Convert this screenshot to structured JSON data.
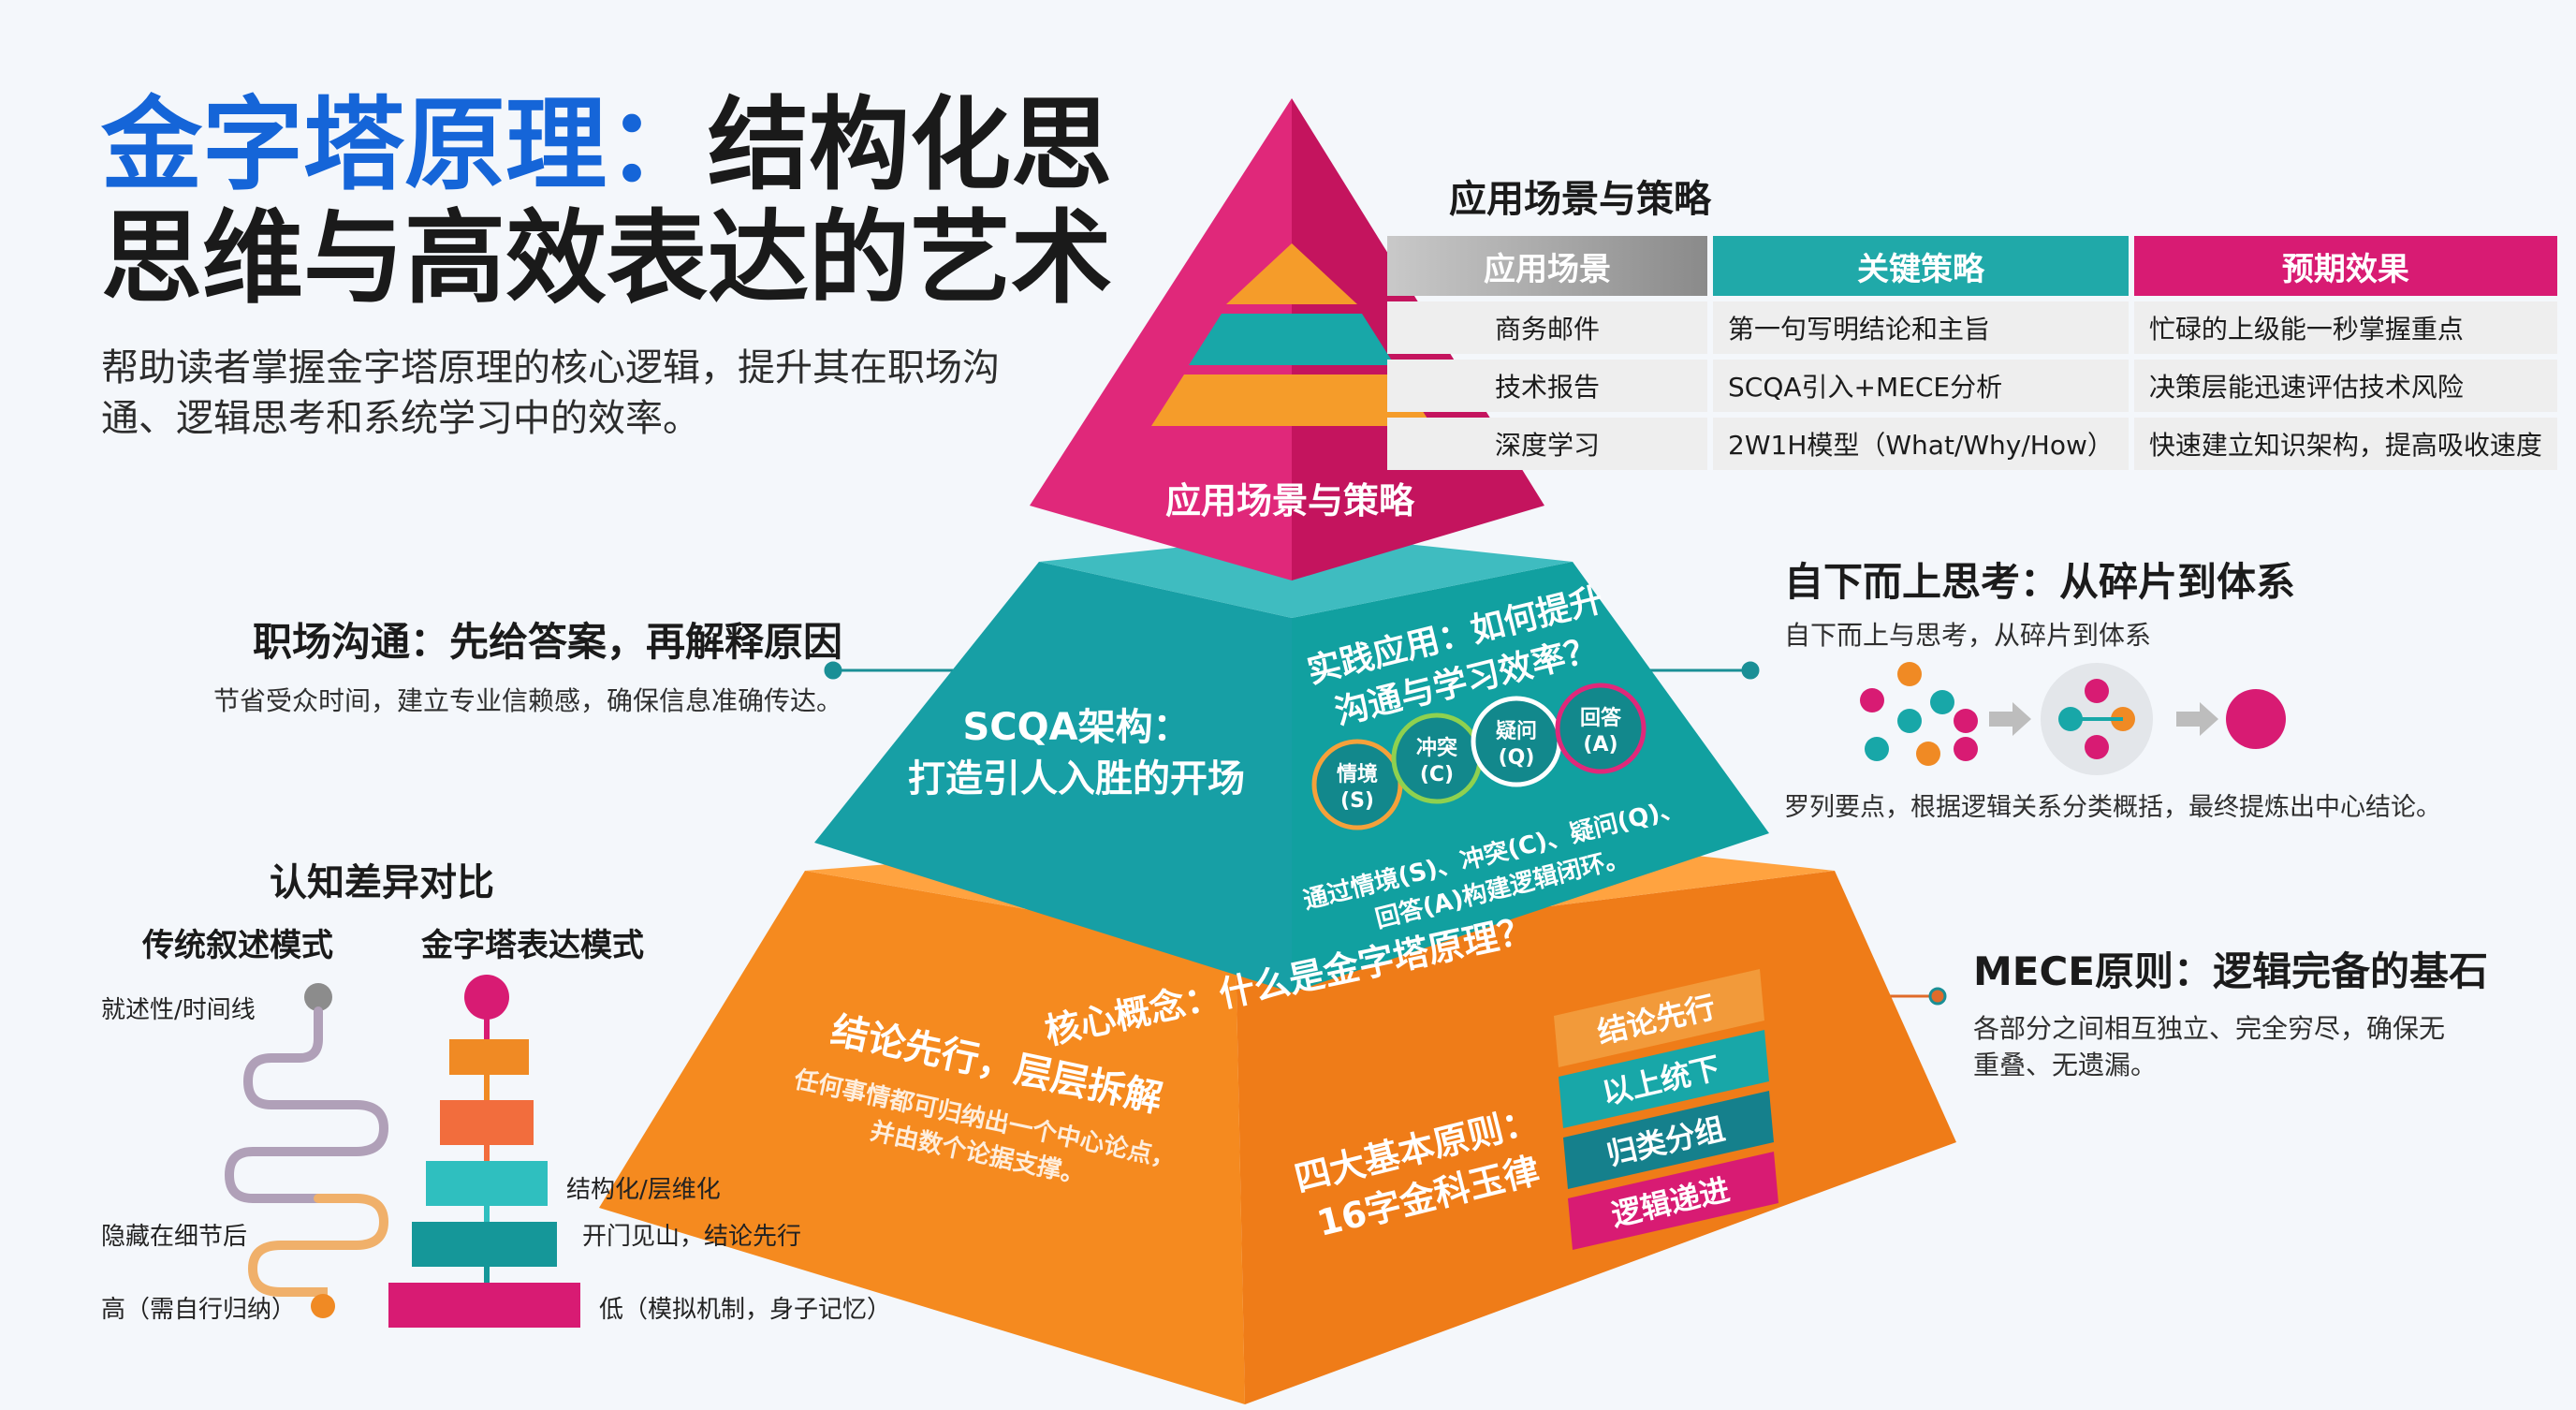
{
  "header": {
    "title_part1": "金字塔原理：",
    "title_part2": "结构化思",
    "title_line2": "思维与高效表达的艺术",
    "subtitle_line1": "帮助读者掌握金字塔原理的核心逻辑，提升其在职场沟",
    "subtitle_line2": "通、逻辑思考和系统学习中的效率。"
  },
  "colors": {
    "magenta": "#d81b73",
    "teal": "#17a2a4",
    "orange": "#f08a24",
    "blue": "#1565d8",
    "gray": "#8c8c8c"
  },
  "pyramid": {
    "top": {
      "label": "应用场景与策略"
    },
    "middle": {
      "left_line1": "SCQA架构：",
      "left_line2": "打造引人入胜的开场",
      "right_line1": "实践应用：如何提升",
      "right_line2": "沟通与学习效率？",
      "cycle": [
        {
          "name": "情境",
          "code": "(S)"
        },
        {
          "name": "冲突",
          "code": "(C)"
        },
        {
          "name": "疑问",
          "code": "(Q)"
        },
        {
          "name": "回答",
          "code": "(A)"
        }
      ],
      "caption_line1": "通过情境(S)、冲突(C)、疑问(Q)、",
      "caption_line2": "回答(A)构建逻辑闭环。"
    },
    "bottom": {
      "core_title": "核心概念：什么是金字塔原理？",
      "left_title": "结论先行，层层拆解",
      "left_desc1": "任何事情都可归纳出一个中心论点，",
      "left_desc2": "并由数个论据支撑。",
      "principles_line1": "四大基本原则：",
      "principles_line2": "16字金科玉律",
      "principles": [
        "结论先行",
        "以上统下",
        "归类分组",
        "逻辑递进"
      ]
    }
  },
  "strategy_table": {
    "heading": "应用场景与策略",
    "headers": [
      "应用场景",
      "关键策略",
      "预期效果"
    ],
    "rows": [
      [
        "商务邮件",
        "第一句写明结论和主旨",
        "忙碌的上级能一秒掌握重点"
      ],
      [
        "技术报告",
        "SCQA引入+MECE分析",
        "决策层能迅速评估技术风险"
      ],
      [
        "深度学习",
        "2W1H模型（What/Why/How）",
        "快速建立知识架构，提高吸收速度"
      ]
    ]
  },
  "workplace": {
    "title": "职场沟通：先给答案，再解释原因",
    "desc": "节省受众时间，建立专业信赖感，确保信息准确传达。"
  },
  "bottom_up": {
    "title": "自下而上思考：从碎片到体系",
    "subtitle": "自下而上与思考，从碎片到体系",
    "desc": "罗列要点，根据逻辑关系分类概括，最终提炼出中心结论。"
  },
  "mece": {
    "title": "MECE原则：逻辑完备的基石",
    "desc_line1": "各部分之间相互独立、完全穷尽，确保无",
    "desc_line2": "重叠、无遗漏。"
  },
  "cognitive": {
    "title": "认知差异对比",
    "col_left": "传统叙述模式",
    "col_right": "金字塔表达模式",
    "left_labels": [
      "就述性/时间线",
      "隐藏在细节后",
      "高（需自行归纳）"
    ],
    "right_labels": [
      "结构化/层维化",
      "开门见山，结论先行",
      "低（模拟机制，身子记忆）"
    ]
  }
}
